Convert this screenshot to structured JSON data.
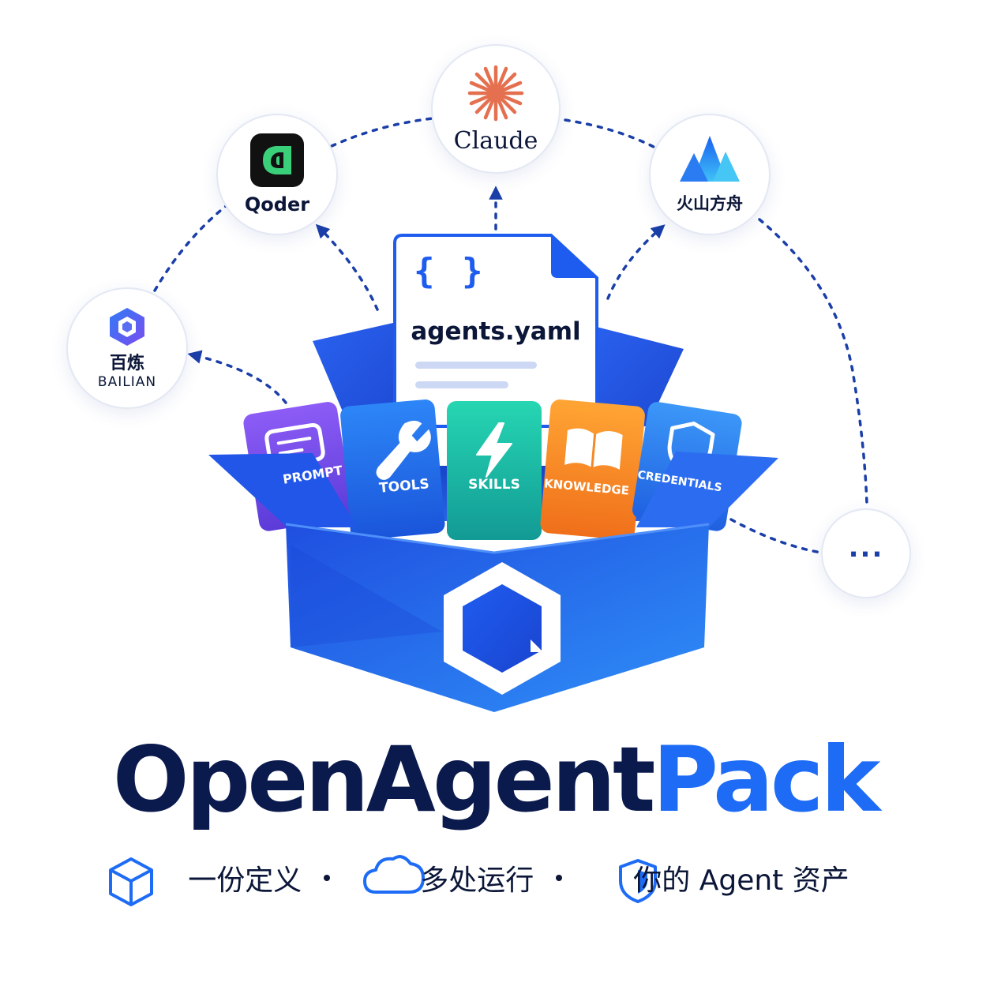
{
  "platforms": {
    "bailian": {
      "name": "百炼",
      "sub": "BAILIAN"
    },
    "qoder": {
      "name": "Qoder"
    },
    "claude": {
      "name": "Claude",
      "star_color": "#e4704f"
    },
    "volcano": {
      "name": "火山方舟"
    },
    "more": {
      "name": "..."
    }
  },
  "file": {
    "name": "agents.yaml",
    "icon": "{ }"
  },
  "cards": [
    {
      "label": "PROMPT",
      "icon": "chat-icon",
      "color": "#7a4ef0"
    },
    {
      "label": "TOOLS",
      "icon": "wrench-icon",
      "color": "#1f6fe9"
    },
    {
      "label": "SKILLS",
      "icon": "lightning-icon",
      "color": "#18b8a3"
    },
    {
      "label": "KNOWLEDGE",
      "icon": "book-icon",
      "color": "#f5922a"
    },
    {
      "label": "CREDENTIALS",
      "icon": "shield-icon",
      "color": "#2a86f0"
    }
  ],
  "title": {
    "part1": "OpenAgent",
    "part2": "Pack"
  },
  "tagline": {
    "item1": "一份定义",
    "item2": "多处运行",
    "item3": "你的 Agent 资产"
  },
  "colors": {
    "brand_blue": "#1e6cf5",
    "navy": "#0b1a4d",
    "box_blue": "#2057e6"
  }
}
